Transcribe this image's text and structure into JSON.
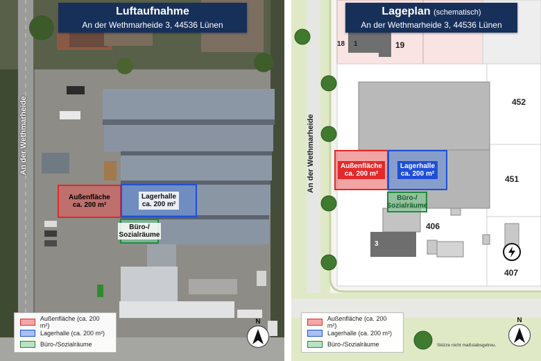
{
  "aerial": {
    "title": "Luftaufnahme",
    "address": "An der Wethmarheide 3, 44536 Lünen",
    "street_label": "An der Wethmarheide",
    "areas": {
      "aussen": {
        "line1": "Außenfläche",
        "line2": "ca. 200 m²"
      },
      "lager": {
        "line1": "Lagerhalle",
        "line2": "ca. 200 m²"
      },
      "buero": {
        "line1": "Büro-/",
        "line2": "Sozialräume"
      }
    },
    "legend": [
      {
        "label": "Außenfläche (ca. 200 m²)",
        "color": "#e02828"
      },
      {
        "label": "Lagerhalle (ca. 200 m²)",
        "color": "#1f4fd6"
      },
      {
        "label": "Büro-/Sozialräume",
        "color": "#1f8a3a"
      }
    ],
    "north": "N"
  },
  "plan": {
    "title": "Lageplan",
    "title_suffix": "(schematisch)",
    "address": "An der Wethmarheide 3, 44536 Lünen",
    "street_label": "An der Wethmarheide",
    "parcel_numbers": {
      "p18": "18",
      "p1": "1",
      "p19": "19",
      "p452": "452",
      "p451": "451",
      "p406": "406",
      "p3": "3",
      "p407": "407"
    },
    "areas": {
      "aussen": {
        "line1": "Außenfläche",
        "line2": "ca. 200 m²"
      },
      "lager": {
        "line1": "Lagerhalle",
        "line2": "ca. 200 m²"
      },
      "buero": {
        "line1": "Büro-/",
        "line2": "Sozialräume"
      }
    },
    "legend": [
      {
        "label": "Außenfläche (ca. 200 m²)",
        "color": "#e02828"
      },
      {
        "label": "Lagerhalle (ca. 200 m²)",
        "color": "#1f4fd6"
      },
      {
        "label": "Büro-/Sozialräume",
        "color": "#1f8a3a"
      }
    ],
    "note": "Skizze nicht maßstabsgetreu.",
    "north": "N",
    "transformer_icon": "lightning-icon"
  }
}
